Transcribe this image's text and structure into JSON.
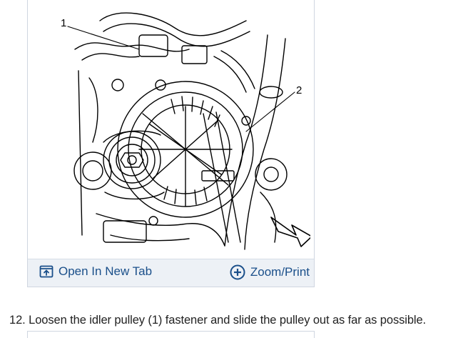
{
  "figure": {
    "callouts": [
      "1",
      "2"
    ],
    "toolbar": {
      "open_tab_label": "Open In New Tab",
      "zoom_label": "Zoom/Print",
      "open_tab_icon": "open-new-tab-icon",
      "zoom_icon": "zoom-plus-icon",
      "link_color": "#1a4f8a"
    }
  },
  "step": {
    "text": "12. Loosen the idler pulley (1) fastener and slide the pulley out as far as possible."
  }
}
